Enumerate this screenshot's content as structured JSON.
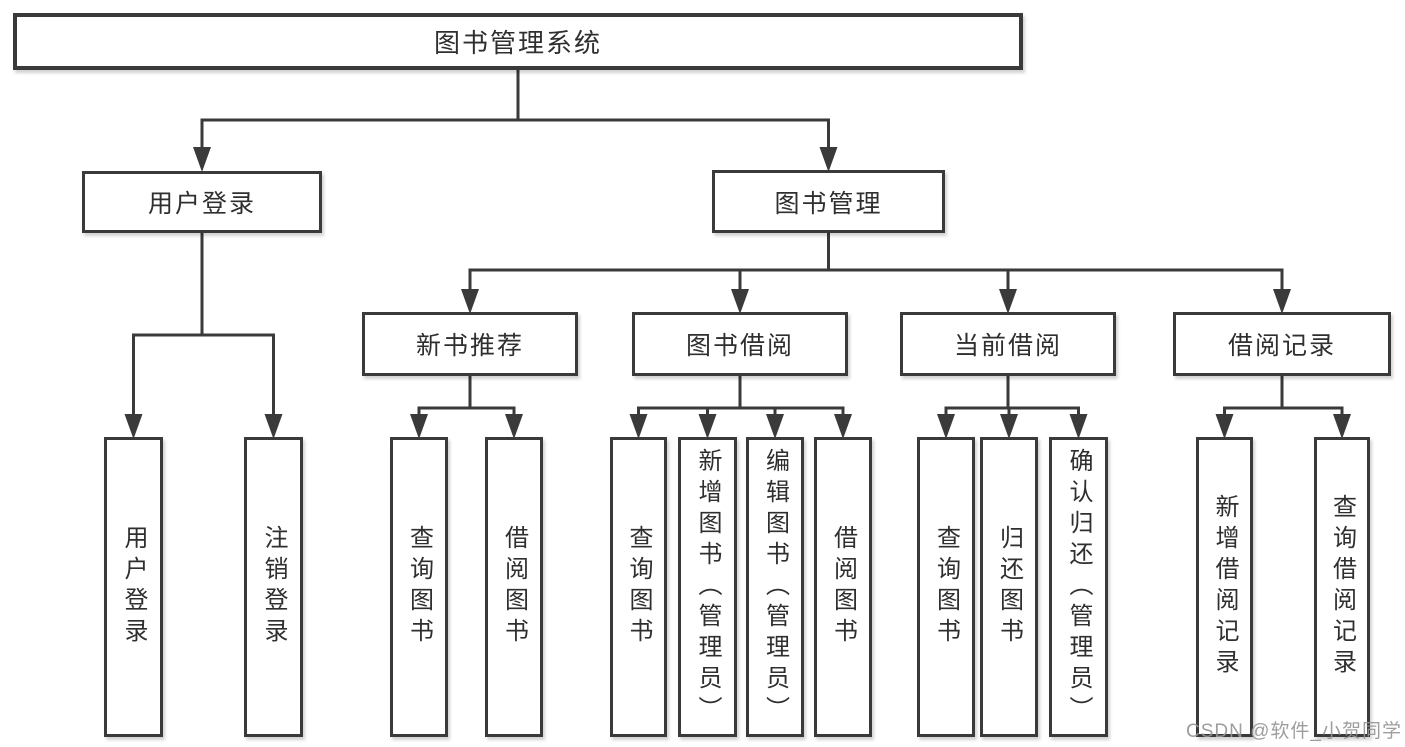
{
  "diagram": {
    "root": {
      "label": "图书管理系统"
    },
    "branches": [
      {
        "label": "用户登录",
        "children": [
          {
            "label": "用户登录"
          },
          {
            "label": "注销登录"
          }
        ]
      },
      {
        "label": "图书管理",
        "children": [
          {
            "label": "新书推荐",
            "children": [
              {
                "label": "查询图书"
              },
              {
                "label": "借阅图书"
              }
            ]
          },
          {
            "label": "图书借阅",
            "children": [
              {
                "label": "查询图书"
              },
              {
                "label": "新增图书（管理员）"
              },
              {
                "label": "编辑图书（管理员）"
              },
              {
                "label": "借阅图书"
              }
            ]
          },
          {
            "label": "当前借阅",
            "children": [
              {
                "label": "查询图书"
              },
              {
                "label": "归还图书"
              },
              {
                "label": "确认归还（管理员）"
              }
            ]
          },
          {
            "label": "借阅记录",
            "children": [
              {
                "label": "新增借阅记录"
              },
              {
                "label": "查询借阅记录"
              }
            ]
          }
        ]
      }
    ]
  },
  "watermark": {
    "text": "CSDN @软件_小贺同学"
  },
  "colors": {
    "line": "#3a3a3a",
    "box_border": "#3a3a3a",
    "text": "#2f2f2f",
    "watermark": "#969696"
  }
}
